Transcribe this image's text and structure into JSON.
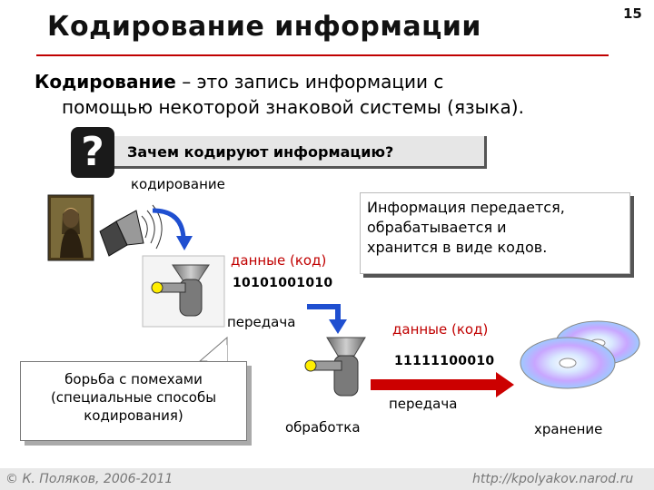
{
  "slide": {
    "title": "Кодирование информации",
    "number": "15"
  },
  "definition": {
    "term": "Кодирование",
    "rest_line1": " – это запись информации с",
    "line2": "помощью некоторой знаковой системы (языка)."
  },
  "question": {
    "icon_text": "?",
    "text": "Зачем кодируют информацию?"
  },
  "diagram": {
    "encoding_label": "кодирование",
    "data_label_1": "данные (код)",
    "bits_1": "10101001010",
    "transmission_label_1": "передача",
    "data_label_2": "данные (код)",
    "bits_2": "11111100010",
    "transmission_label_2": "передача",
    "processing_label": "обработка",
    "storage_label": "хранение"
  },
  "info_box": {
    "line1": "Информация передается,",
    "line2": "обрабатывается и",
    "line3": "хранится в виде кодов."
  },
  "noise_box": {
    "line1": "борьба с помехами",
    "line2": "(специальные способы",
    "line3": "кодирования)"
  },
  "footer": {
    "left": "© К. Поляков, 2006-2011",
    "right": "http://kpolyakov.narod.ru"
  },
  "colors": {
    "accent_red": "#c00000",
    "arrow_blue": "#1f4fd0",
    "machine_gray": "#808080"
  }
}
